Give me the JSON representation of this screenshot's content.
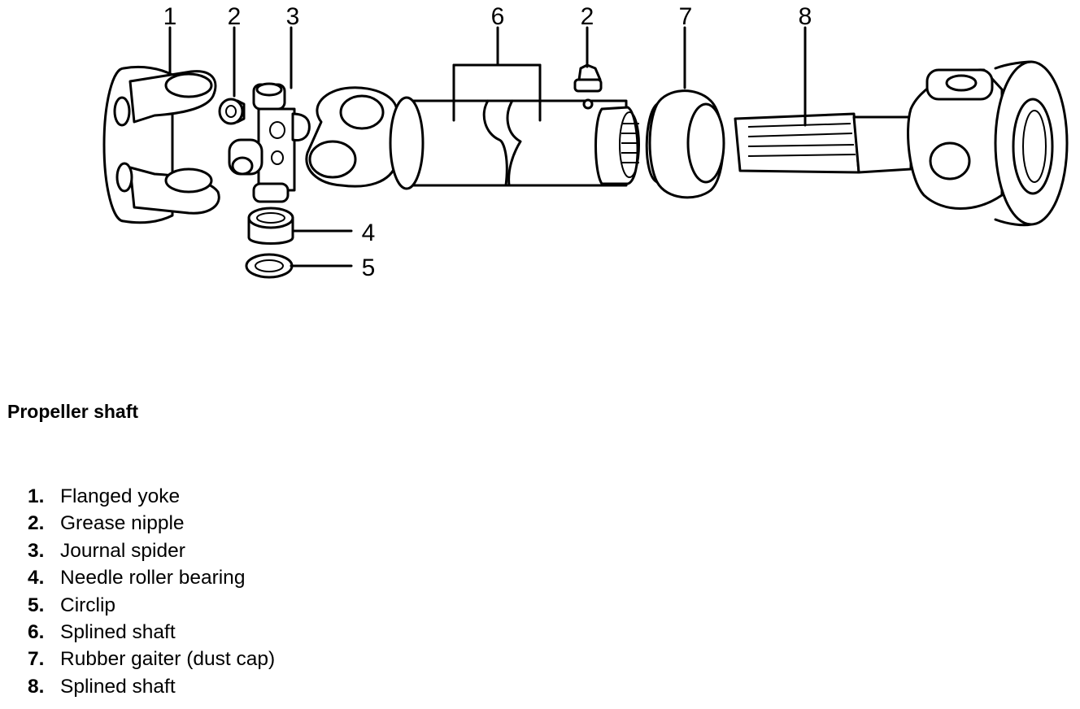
{
  "diagram": {
    "callouts": {
      "c1": "1",
      "c2a": "2",
      "c3": "3",
      "c4": "4",
      "c5": "5",
      "c6": "6",
      "c2b": "2",
      "c7": "7",
      "c8": "8"
    }
  },
  "title": "Propeller shaft",
  "legend": [
    {
      "num": "1.",
      "label": "Flanged yoke"
    },
    {
      "num": "2.",
      "label": "Grease nipple"
    },
    {
      "num": "3.",
      "label": "Journal spider"
    },
    {
      "num": "4.",
      "label": "Needle roller bearing"
    },
    {
      "num": "5.",
      "label": "Circlip"
    },
    {
      "num": "6.",
      "label": "Splined shaft"
    },
    {
      "num": "7.",
      "label": "Rubber gaiter (dust cap)"
    },
    {
      "num": "8.",
      "label": "Splined shaft"
    }
  ]
}
